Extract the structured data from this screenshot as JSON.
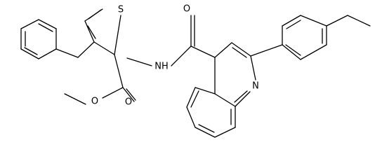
{
  "molecule": {
    "atom_labels": {
      "sulfur": "S",
      "amide_nitrogen": "NH",
      "amide_oxygen": "O",
      "quinoline_nitrogen": "N",
      "ester_carbonyl_oxygen": "O",
      "ester_ether_oxygen": "O"
    }
  }
}
